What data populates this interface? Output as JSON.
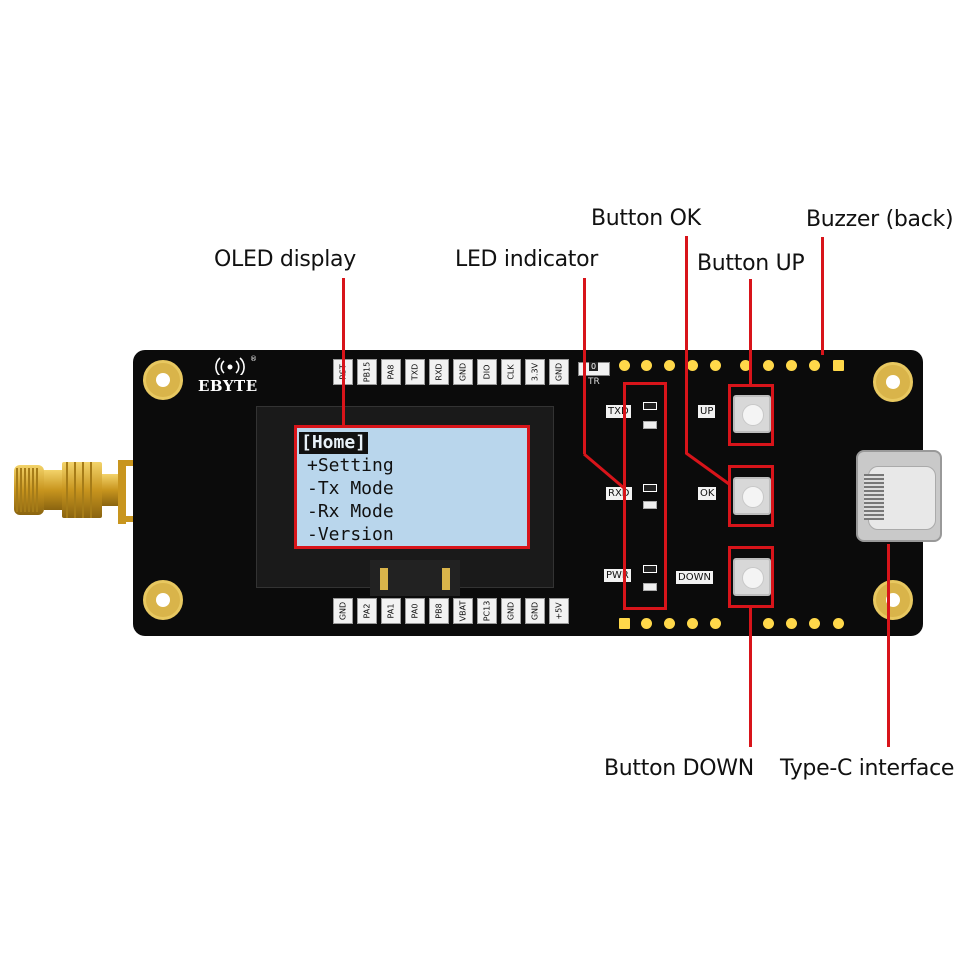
{
  "callouts": {
    "oled": "OLED display",
    "led": "LED indicator",
    "btn_ok": "Button OK",
    "buzzer": "Buzzer (back)",
    "btn_up": "Button UP",
    "btn_down": "Button DOWN",
    "typec": "Type-C interface"
  },
  "brand": {
    "name": "EBYTE",
    "reg": "®"
  },
  "oled_menu": {
    "selected": "[Home]",
    "items": [
      "+Setting",
      "-Tx Mode",
      "-Rx Mode",
      "-Version"
    ]
  },
  "top_pins": [
    "RST",
    "PB15",
    "PA8",
    "TXD",
    "RXD",
    "GND",
    "DIO",
    "CLK",
    "3.3V",
    "GND"
  ],
  "bottom_pins": [
    "GND",
    "PA2",
    "PA1",
    "PA0",
    "PB8",
    "VBAT",
    "PC13",
    "GND",
    "GND",
    "+5V"
  ],
  "silkscreen": {
    "tr": "TR",
    "tr_cap": "0",
    "txd": "TXD",
    "rxd": "RXD",
    "pwr": "PWR",
    "up": "UP",
    "ok": "OK",
    "down": "DOWN"
  },
  "colors": {
    "annotation_red": "#d8141a",
    "board": "#0b0b0b",
    "gold": "#d9b44a",
    "screen": "#b9d6ec"
  }
}
